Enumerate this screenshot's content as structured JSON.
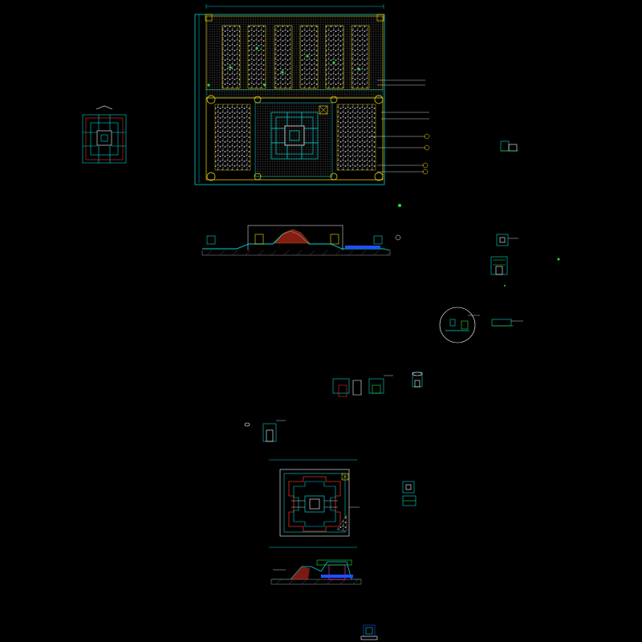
{
  "drawing": {
    "background": "#000000",
    "colors": {
      "primary_line": "#00d4d4",
      "secondary_line": "#ffe000",
      "accent_red": "#e03020",
      "accent_green": "#20e040",
      "accent_white": "#ffffff",
      "accent_blue": "#2050ff",
      "accent_magenta": "#ff40ff",
      "hatch_gray": "#9a9a9a"
    },
    "labels": [],
    "views": [
      {
        "key": "site-plan",
        "kind": "plan"
      },
      {
        "key": "site-section",
        "kind": "section"
      },
      {
        "key": "fountain-plan-small",
        "kind": "plan"
      },
      {
        "key": "fountain-plan-large",
        "kind": "plan"
      },
      {
        "key": "fountain-section",
        "kind": "section"
      },
      {
        "key": "detail-circle",
        "kind": "detail"
      },
      {
        "key": "detail-group",
        "kind": "detail"
      }
    ]
  }
}
